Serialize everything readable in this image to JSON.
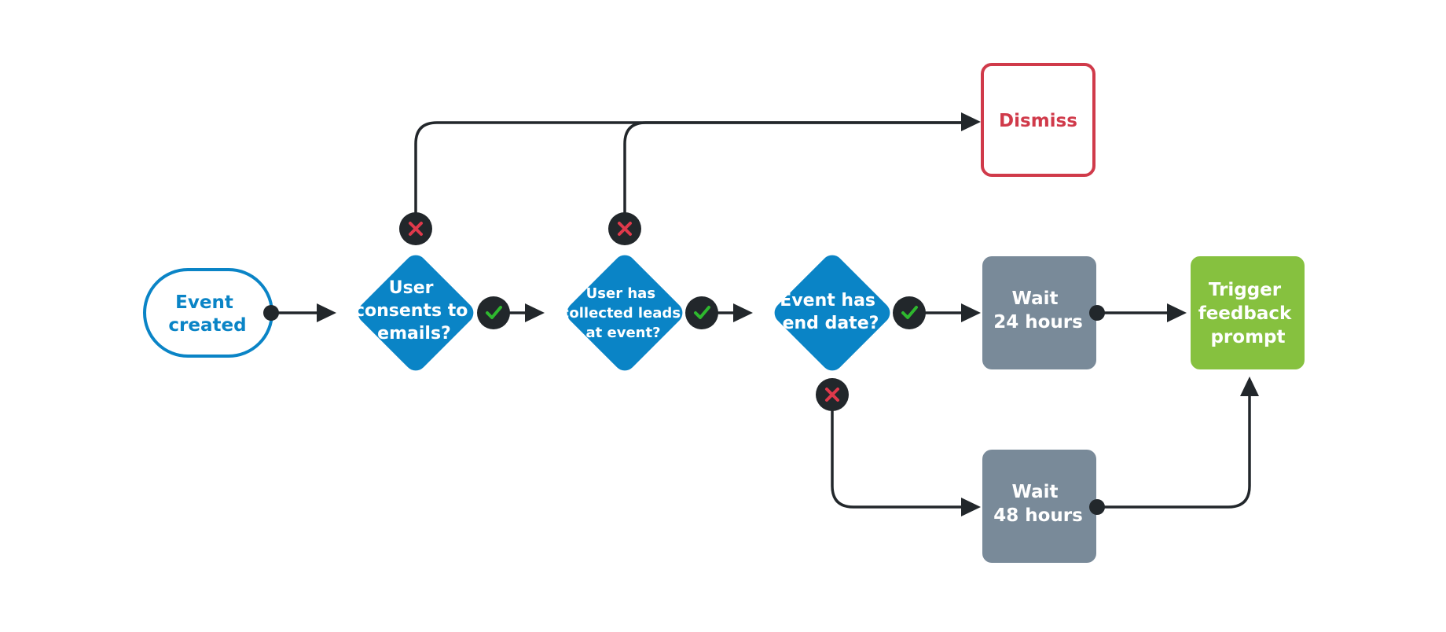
{
  "colors": {
    "decision": "#0a84c6",
    "start_outline": "#0a84c6",
    "wait": "#798a99",
    "trigger": "#86c13f",
    "dismiss_outline": "#d03a4a",
    "connector": "#22272b",
    "yes_mark": "#2eb82e",
    "no_mark": "#e0394b"
  },
  "nodes": {
    "start": {
      "lines": [
        "Event",
        "created"
      ]
    },
    "decision_consent": {
      "lines": [
        "User",
        "consents to",
        "emails?"
      ]
    },
    "decision_leads": {
      "lines": [
        "User has",
        "collected leads",
        "at event?"
      ]
    },
    "decision_end_date": {
      "lines": [
        "Event has",
        "end date?"
      ]
    },
    "dismiss": {
      "lines": [
        "Dismiss"
      ]
    },
    "wait_24": {
      "lines": [
        "Wait",
        "24 hours"
      ]
    },
    "wait_48": {
      "lines": [
        "Wait",
        "48 hours"
      ]
    },
    "trigger": {
      "lines": [
        "Trigger",
        "feedback",
        "prompt"
      ]
    }
  },
  "icons": {
    "yes": "check-icon",
    "no": "cross-icon"
  }
}
